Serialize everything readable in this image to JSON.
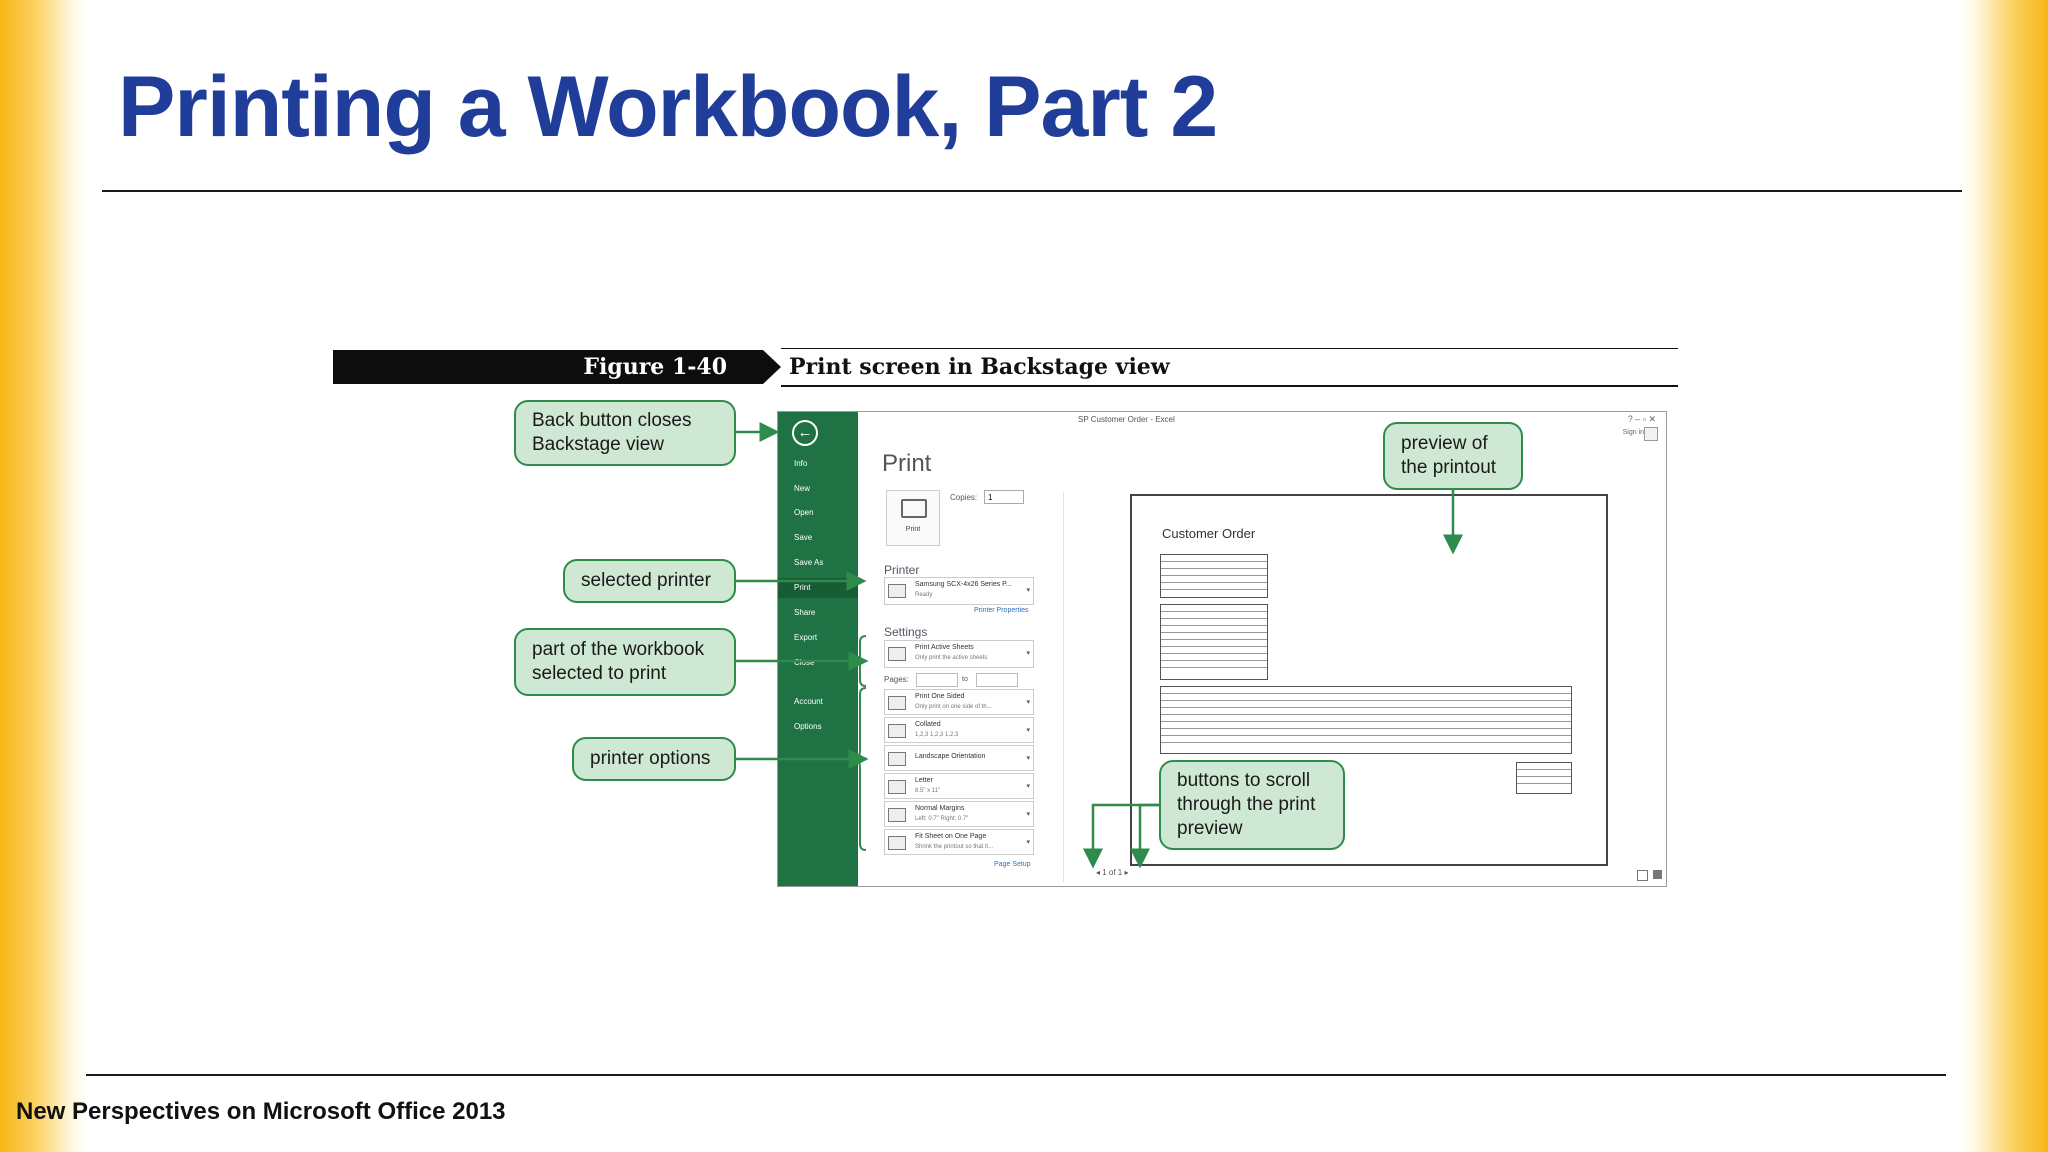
{
  "slide": {
    "title": "Printing a Workbook, Part 2",
    "footer": "New Perspectives on Microsoft Office 2013"
  },
  "figure": {
    "number": "Figure 1-40",
    "caption": "Print screen in Backstage view"
  },
  "excel": {
    "window_title": "SP Customer Order - Excel",
    "window_controls": "?  –  ▫  ✕",
    "sign_in": "Sign in",
    "nav_items": [
      "Info",
      "New",
      "Open",
      "Save",
      "Save As",
      "Print",
      "Share",
      "Export",
      "Close",
      "Account",
      "Options"
    ],
    "selected_nav": "Print",
    "print_heading": "Print",
    "print_button": "Print",
    "copies_label": "Copies:",
    "copies_value": "1",
    "printer_heading": "Printer",
    "printer_name": "Samsung SCX-4x26 Series P...",
    "printer_status": "Ready",
    "printer_properties": "Printer Properties",
    "settings_heading": "Settings",
    "settings": [
      {
        "title": "Print Active Sheets",
        "sub": "Only print the active sheets"
      },
      {
        "title": "Print One Sided",
        "sub": "Only print on one side of th..."
      },
      {
        "title": "Collated",
        "sub": "1,2,3   1,2,3   1,2,3"
      },
      {
        "title": "Landscape Orientation",
        "sub": ""
      },
      {
        "title": "Letter",
        "sub": "8.5\" x 11\""
      },
      {
        "title": "Normal Margins",
        "sub": "Left: 0.7\"   Right: 0.7\""
      },
      {
        "title": "Fit Sheet on One Page",
        "sub": "Shrink the printout so that it..."
      }
    ],
    "pages_label": "Pages:",
    "to_label": "to",
    "page_setup": "Page Setup",
    "preview_title": "Customer Order",
    "page_nav": "◂  1  of 1  ▸",
    "page_current": "1"
  },
  "callouts": {
    "back_button": "Back button closes\nBackstage view",
    "selected_printer": "selected printer",
    "part_to_print": "part of the workbook\nselected to print",
    "printer_options": "printer options",
    "preview": "preview of\nthe printout",
    "scroll_buttons": "buttons to scroll\nthrough the print\npreview"
  },
  "colors": {
    "title": "#1f3d99",
    "excel_green": "#1f7244",
    "callout_fill": "#cfe8d3",
    "callout_border": "#2e8b4b",
    "side_gradient": "#f7b614"
  }
}
